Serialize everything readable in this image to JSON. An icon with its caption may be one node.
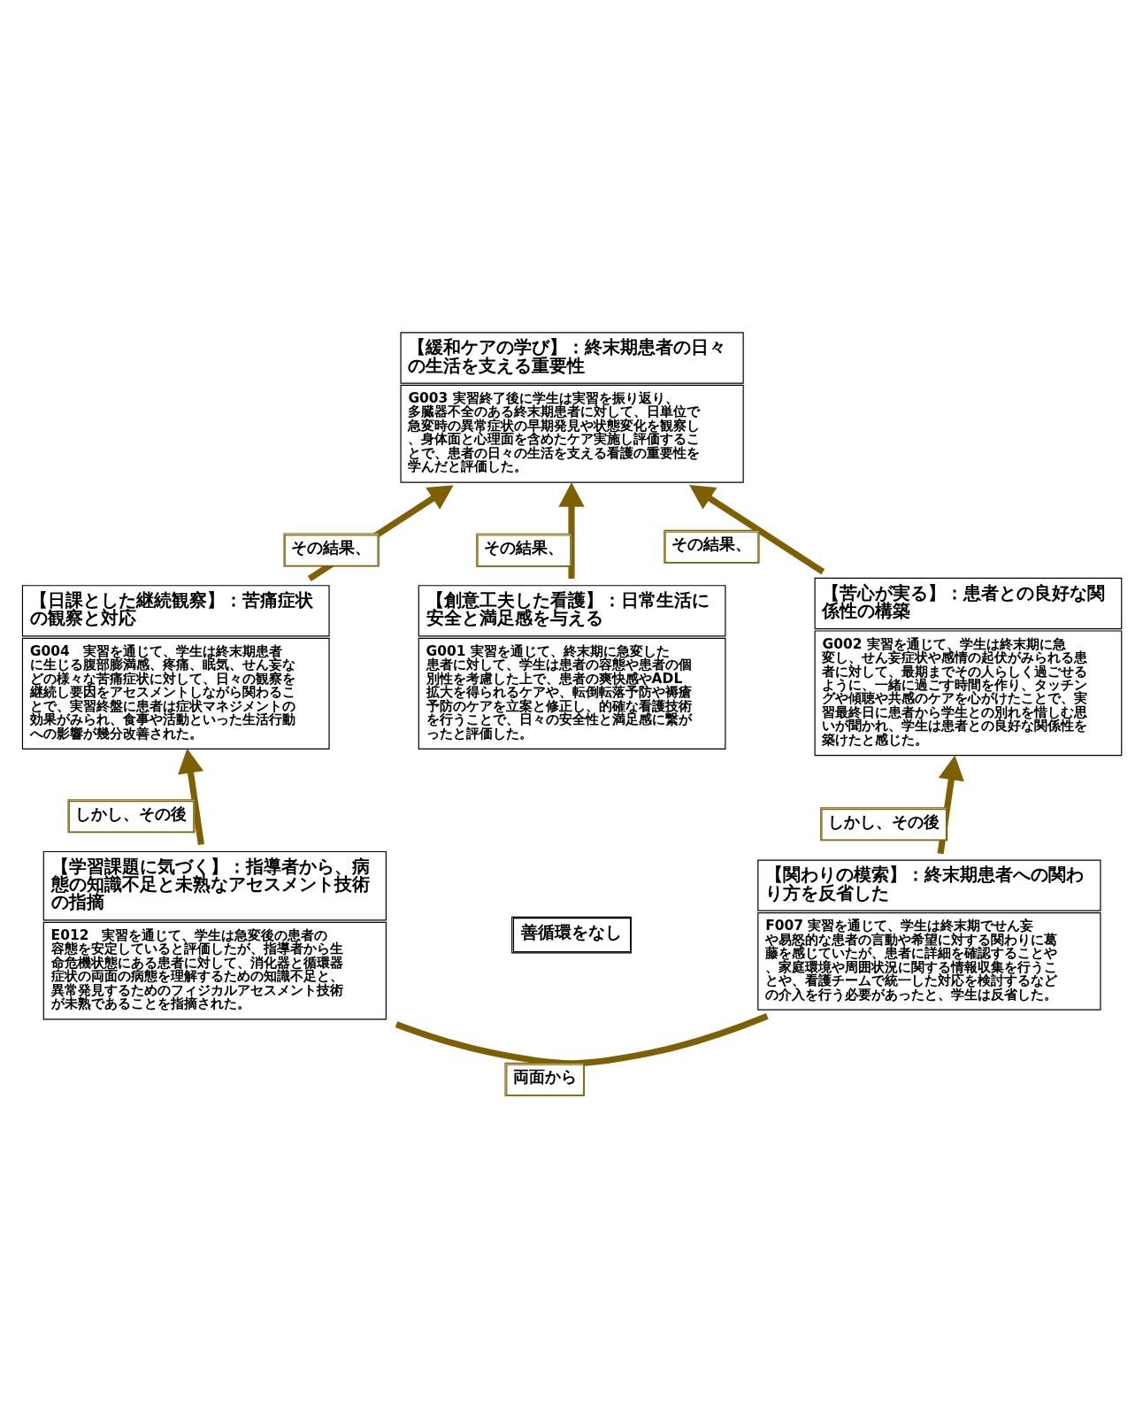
{
  "diagram": {
    "nodes": [
      {
        "text": [
          "【緩和ケアの学び】：終末期患者の日々の生活を支える重要性",
          "G003 実習終了後に学生は実習を振り返り、多臓器不全のある終末期患者に対して、日単位で急変時の異常症状の早期発見や状態変化を観察し、身体面と心理面を含めたケア実施し評価することで、患者の日々の生活を支える看護の重要性を学んだと評価した。"
        ]
      },
      {
        "text": [
          "【創意工夫した看護】：日常生活に安全と満足感を与える",
          "G001 実習を通じて、終末期に急変した患者に対して、学生は患者の容態や患者の個別性を考慮した上で、患者の爽快感やADL拡大を得られるケアや、転倒転落予防や褥瘡予防のケアを立案と修正し、的確な看護技術を行うことで、日々の安全性と満足感に繋がったと評価した。"
        ]
      },
      {
        "text": [
          "【日課とした継続観察】：苦痛症状の観察と対応",
          "G004　実習を通じて、学生は終末期患者に生じる腹部膨満感、疼痛、眠気、せん妄などの様々な苦痛症状に対して、日々の観察を継続し要因をアセスメントしながら関わることで、実習終盤に患者は症状マネジメントの効果がみられ、食事や活動といった生活行動への影響が幾分改善された。"
        ]
      },
      {
        "text": [
          "【苦心が実る】：患者との良好な関係性の構築",
          "G002 実習を通じて、学生は終末期に急変し、せん妄症状や感情の起伏がみられる患者に対して、最期までその人らしく過ごせるように、一緒に過ごす時間を作り、タッチングや傾聴や共感のケアを心がけたことで、実習最終日に患者から学生との別れを惜しむ思いが聞かれ、学生は患者との良好な関係性を築けたと感じた。"
        ]
      },
      {
        "text": [
          "【学習課題に気づく】：指導者から、病態の知識不足と未熟なアセスメント技術の指摘",
          "E012　実習を通じて、学生は急変後の患者の容態を安定していると評価したが、指導者から生命危機状態にある患者に対して、消化器と循環器症状の両面の病態を理解するための知識不足と、異常発見するためのフィジカルアセスメント技術が未熟であることを指摘された。"
        ]
      },
      {
        "text": [
          "【関わりの模索】：終末期患者への関わり方を反省した",
          "F007 実習を通じて、学生は終末期でせん妄や易怒的な患者の言動や希望に対する関わりに葛藤を感じていたが、患者に詳細を確認することや、家庭環境や周囲状況に関する情報収集を行うことや、看護チームで統一した対応を検討するなどの介入を行う必要があったと、学生は反省した。"
        ]
      }
    ],
    "edges": [
      {
        "from": 2,
        "to": 0,
        "arrow": "to",
        "label": "その結果、"
      },
      {
        "from": 1,
        "to": 0,
        "arrow": "to",
        "label": "その結果、"
      },
      {
        "from": 3,
        "to": 0,
        "arrow": "to",
        "label": "その結果、"
      },
      {
        "from": 4,
        "to": 2,
        "arrow": "to",
        "label": "しかし、その後"
      },
      {
        "from": 5,
        "to": 3,
        "arrow": "to",
        "label": "しかし、その後"
      },
      {
        "from": 4,
        "to": 5,
        "arrow": "none",
        "label": "両面から"
      }
    ],
    "labels": [
      "善循環をなし"
    ]
  }
}
